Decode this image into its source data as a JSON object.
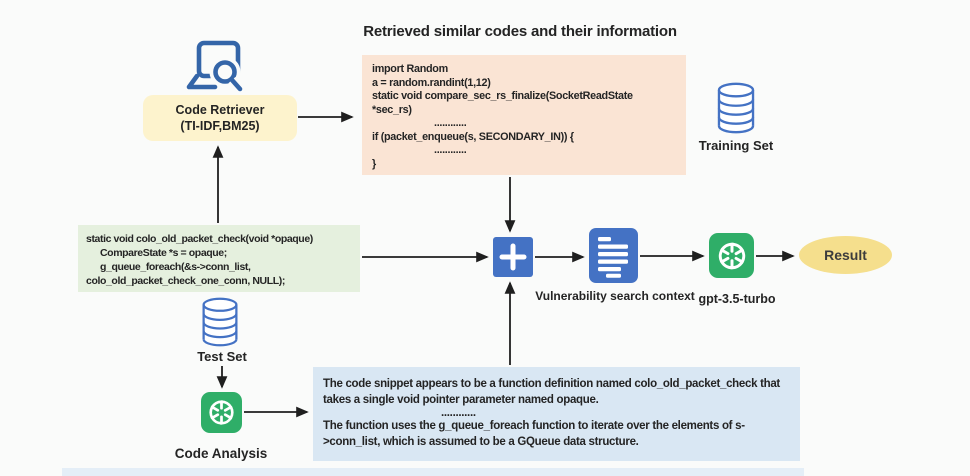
{
  "title": "Retrieved similar codes and their information",
  "code_retriever": {
    "line1": "Code Retriever",
    "line2": "(TI-IDF,BM25)"
  },
  "retrieved_code": {
    "lines": [
      "import Random",
      "a = random.randint(1,12)",
      "static void compare_sec_rs_finalize(SocketReadState",
      "*sec_rs)",
      "............",
      "if (packet_enqueue(s, SECONDARY_IN)) {",
      "............",
      "}"
    ]
  },
  "query_code": {
    "lines": [
      "static void colo_old_packet_check(void *opaque)",
      "CompareState *s = opaque;",
      "g_queue_foreach(&s->conn_list,",
      "colo_old_packet_check_one_conn, NULL);"
    ]
  },
  "analysis_text": {
    "para1": "The code snippet appears to be a function definition named colo_old_packet_check that takes a single void pointer parameter named opaque.",
    "dots": "............",
    "para2": "The function uses the g_queue_foreach function to iterate over the elements of s->conn_list, which is assumed to be a GQueue data structure."
  },
  "labels": {
    "training_set": "Training Set",
    "test_set": "Test Set",
    "code_analysis": "Code Analysis",
    "vulnerability_context": "Vulnerability search context",
    "gpt": "gpt-3.5-turbo",
    "result": "Result"
  },
  "icons": {
    "retriever": "laptop-search-icon",
    "training_set": "database-icon",
    "test_set": "database-icon",
    "merge": "plus-icon",
    "context": "document-icon",
    "gpt": "openai-logo-icon",
    "code_analysis": "openai-logo-icon"
  },
  "colors": {
    "bg": "#fafbfa",
    "text": "#242424",
    "arrow": "#1f1f1f",
    "accent_blue": "#4472c4",
    "icon_blue_dark": "#3465a8",
    "openai_green": "#2fae68",
    "retriever_box_bg": "#fdf3cd",
    "retrieved_box_bg": "#fae4d4",
    "query_box_bg": "#e5f0de",
    "analysis_box_bg": "#d9e7f3",
    "result_bg": "#f5df8d",
    "bottom_strip": "#e4eef7"
  }
}
